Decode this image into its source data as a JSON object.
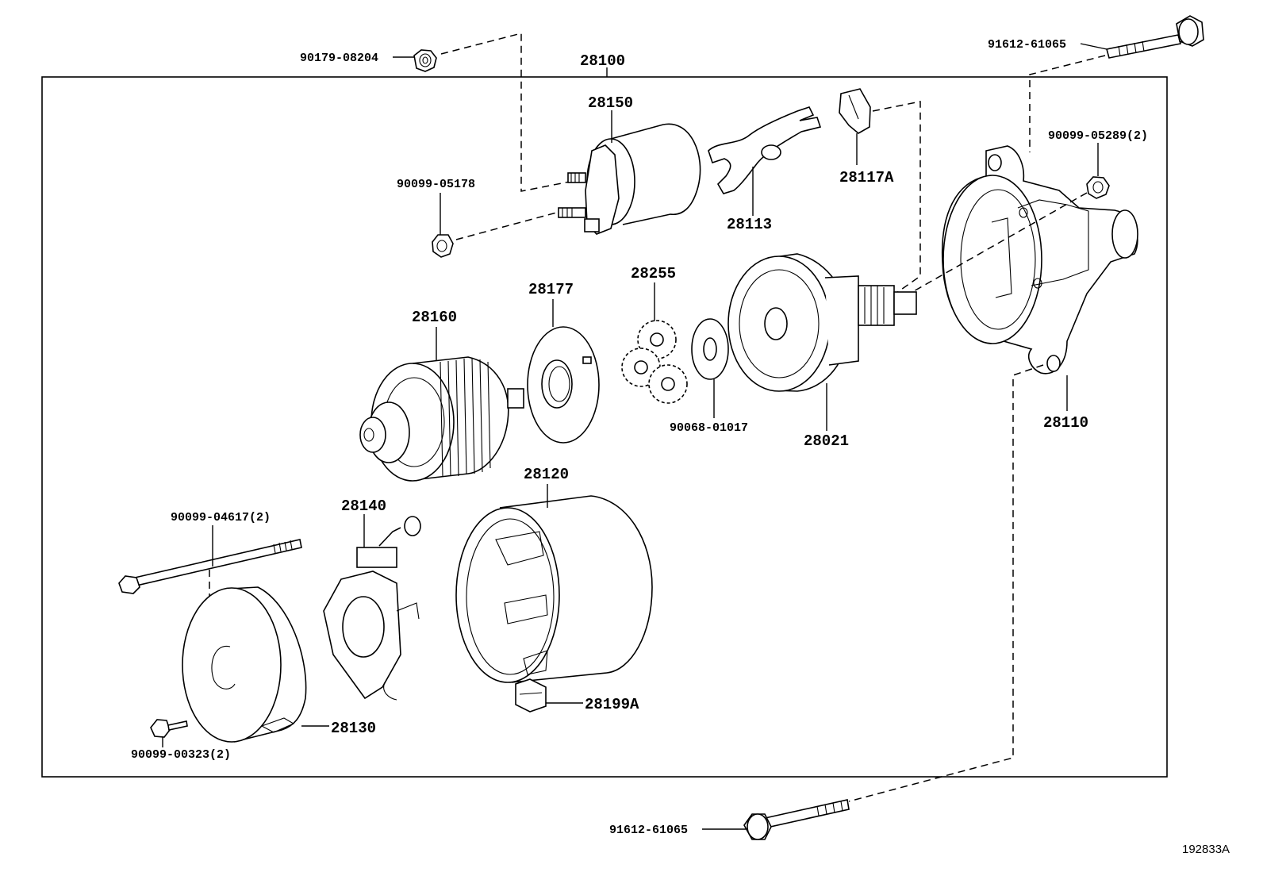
{
  "figure_number": "192833A",
  "labels": {
    "p28100": "28100",
    "p28150": "28150",
    "p28113": "28113",
    "p28117A": "28117A",
    "p28160": "28160",
    "p28177": "28177",
    "p28255": "28255",
    "p28021": "28021",
    "p28110": "28110",
    "p28120": "28120",
    "p28140": "28140",
    "p28130": "28130",
    "p28199A": "28199A",
    "b90179_08204": "90179-08204",
    "b91612_61065_top": "91612-61065",
    "b90099_05289": "90099-05289(2)",
    "b90099_05178": "90099-05178",
    "b90068_01017": "90068-01017",
    "b90099_04617": "90099-04617(2)",
    "b90099_00323": "90099-00323(2)",
    "b91612_61065_bottom": "91612-61065"
  }
}
